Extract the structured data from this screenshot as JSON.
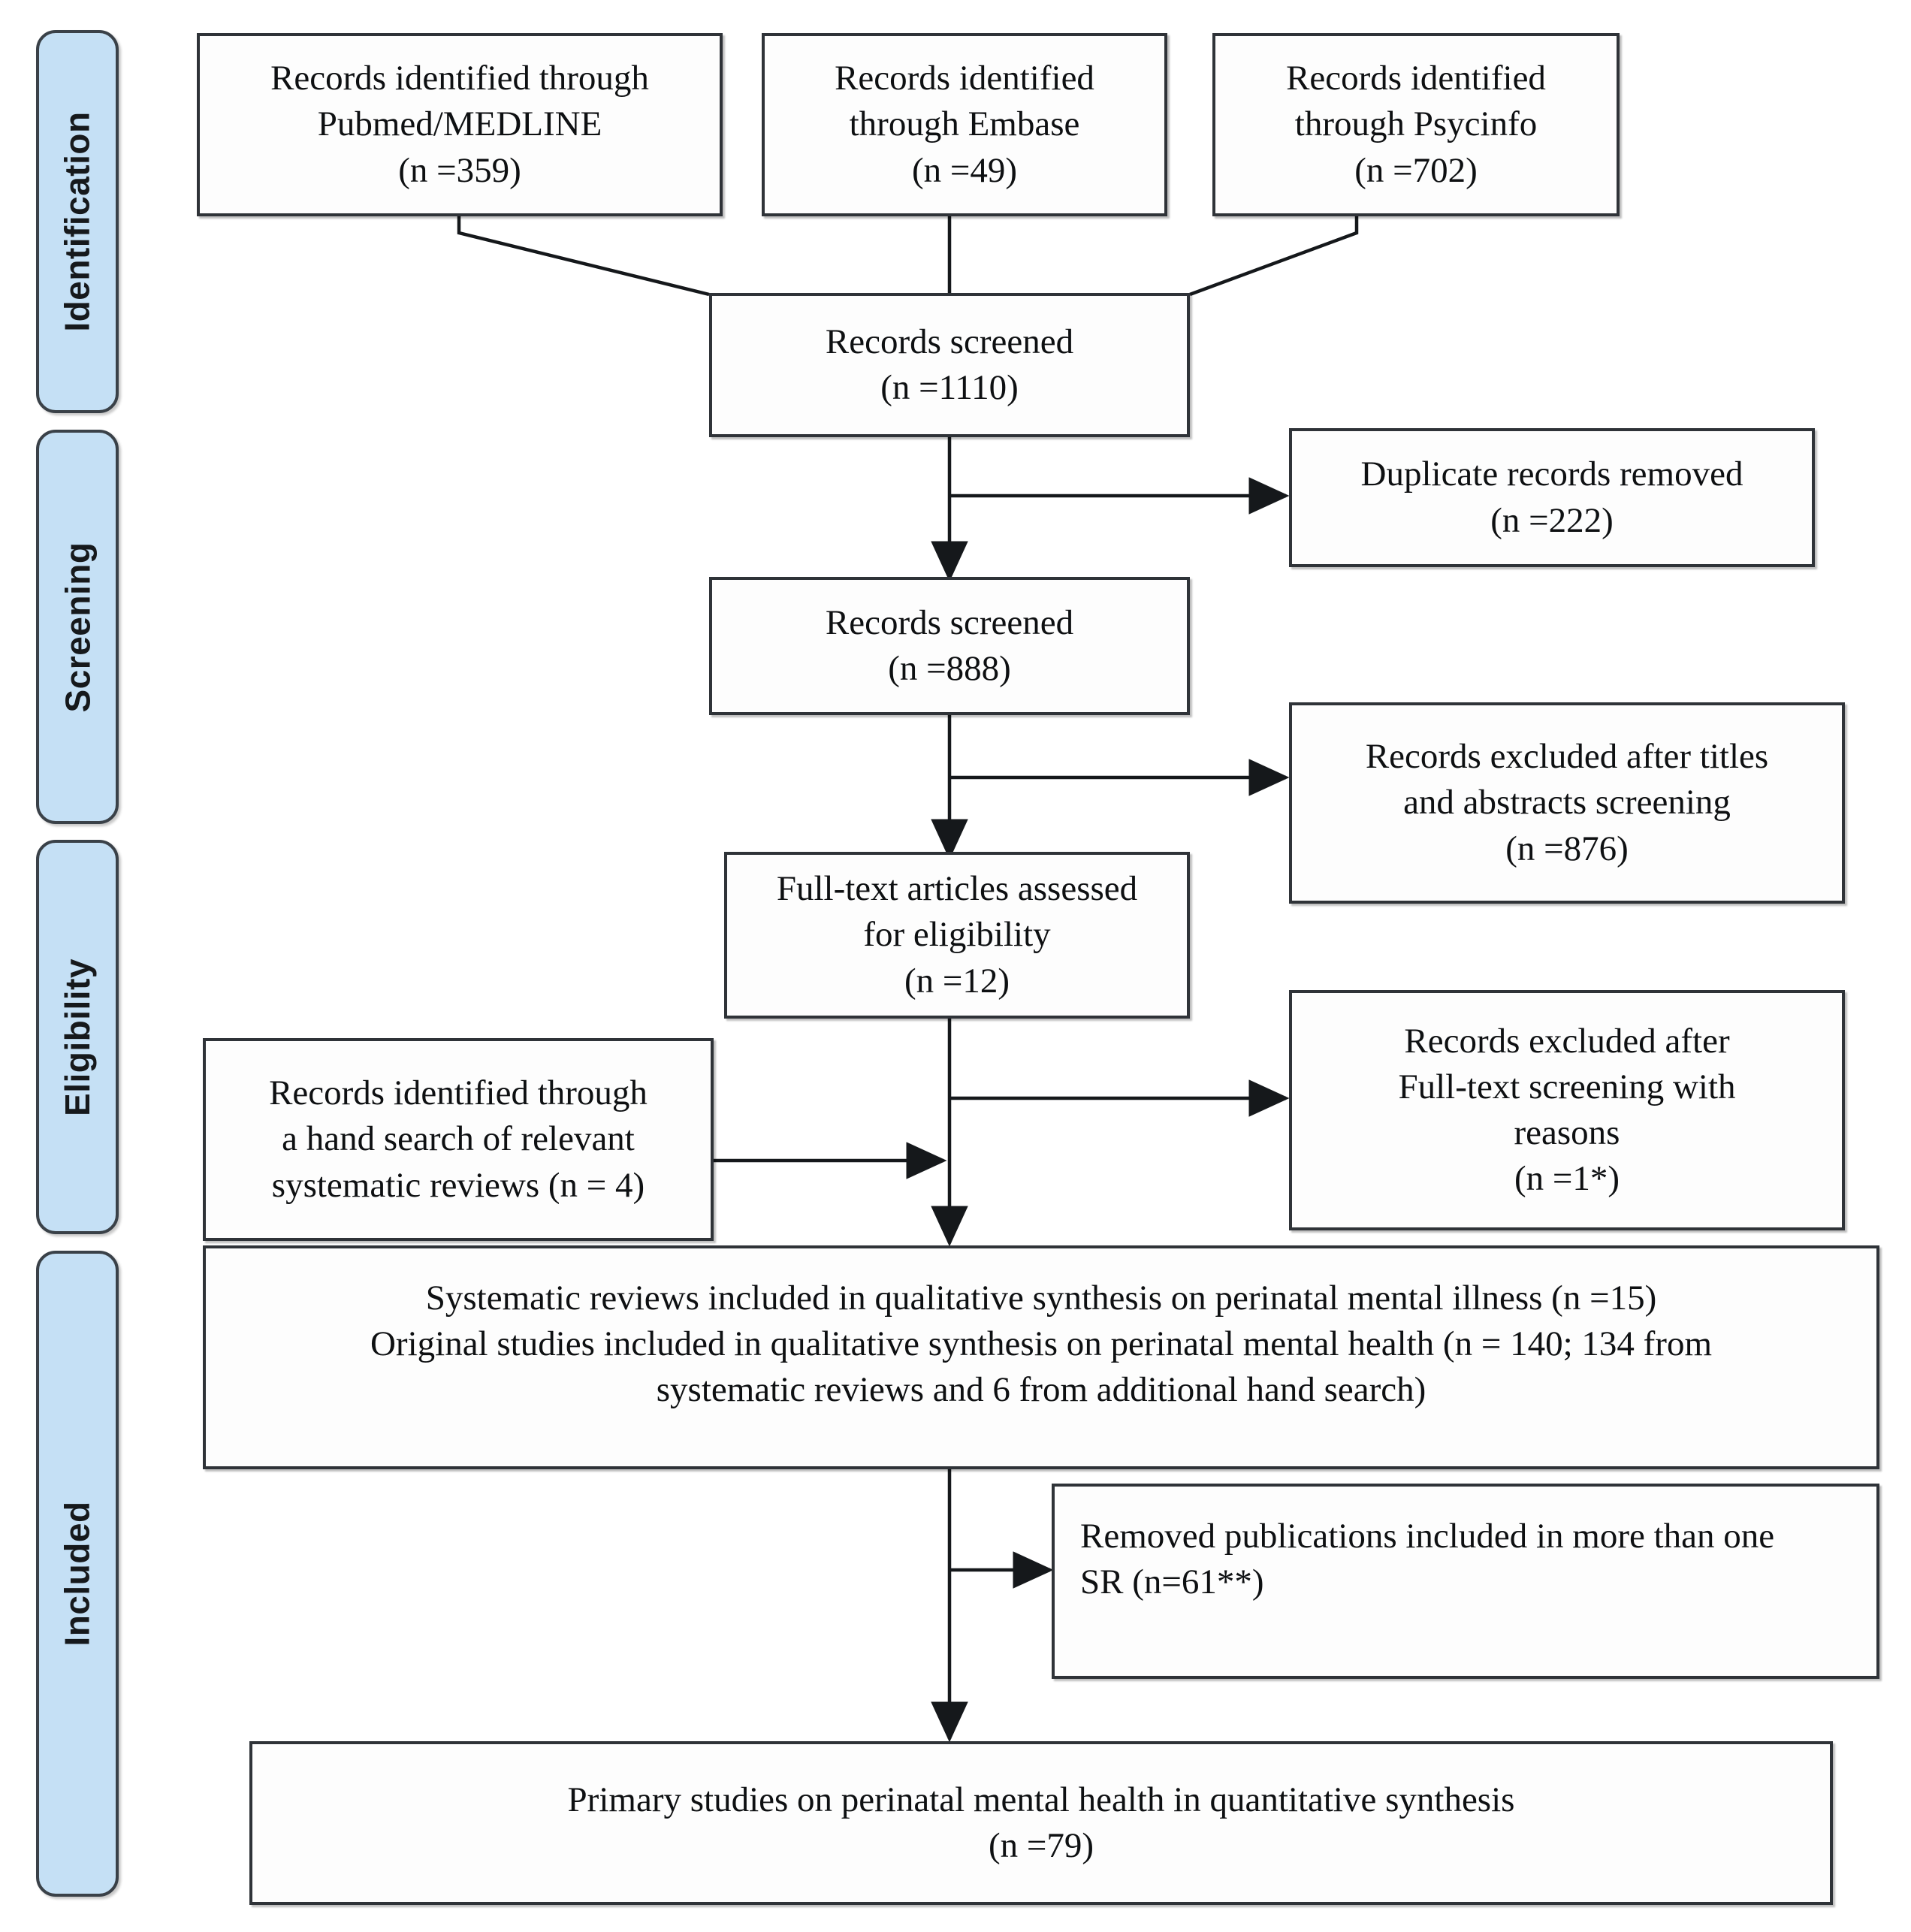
{
  "diagram": {
    "title": "PRISMA flow diagram",
    "accent_color": "#c5e0f5",
    "border_color": "#2f3338"
  },
  "phases": [
    {
      "id": "identification",
      "label": "Identification"
    },
    {
      "id": "screening",
      "label": "Screening"
    },
    {
      "id": "eligibility",
      "label": "Eligibility"
    },
    {
      "id": "included",
      "label": "Included"
    }
  ],
  "boxes": {
    "pubmed": {
      "line1": "Records identified through",
      "line2": "Pubmed/MEDLINE",
      "line3": "(n =359)"
    },
    "embase": {
      "line1": "Records identified",
      "line2": "through Embase",
      "line3": "(n =49)"
    },
    "psycinfo": {
      "line1": "Records identified",
      "line2": "through Psycinfo",
      "line3": "(n =702)"
    },
    "records_screened_1110": {
      "line1": "Records screened",
      "line2": "(n =1110)"
    },
    "duplicates_removed": {
      "line1": "Duplicate records removed",
      "line2": "(n =222)"
    },
    "records_screened_888": {
      "line1": "Records screened",
      "line2": "(n =888)"
    },
    "excluded_titles_abstracts": {
      "line1": "Records excluded after titles",
      "line2": "and abstracts screening",
      "line3": "(n =876)"
    },
    "fulltext_assessed": {
      "line1": "Full-text articles assessed",
      "line2": "for eligibility",
      "line3": "(n =12)"
    },
    "hand_search": {
      "line1": "Records identified through",
      "line2": "a hand search of relevant",
      "line3": "systematic reviews (n = 4)"
    },
    "excluded_fulltext": {
      "line1": "Records excluded after",
      "line2": "Full-text screening with",
      "line3": "reasons",
      "line4": "(n =1*)"
    },
    "qualitative_synthesis": {
      "line1": "Systematic reviews included in qualitative synthesis on perinatal mental illness (n =15)",
      "line2": "Original studies included in qualitative synthesis on perinatal mental health (n = 140; 134 from",
      "line3": "systematic reviews and 6 from additional hand search)"
    },
    "removed_publications": {
      "line1": "Removed publications included in more than one",
      "line2": "SR (n=61**)"
    },
    "primary_studies": {
      "line1": "Primary studies on perinatal mental health in quantitative synthesis",
      "line2": "(n =79)"
    }
  }
}
